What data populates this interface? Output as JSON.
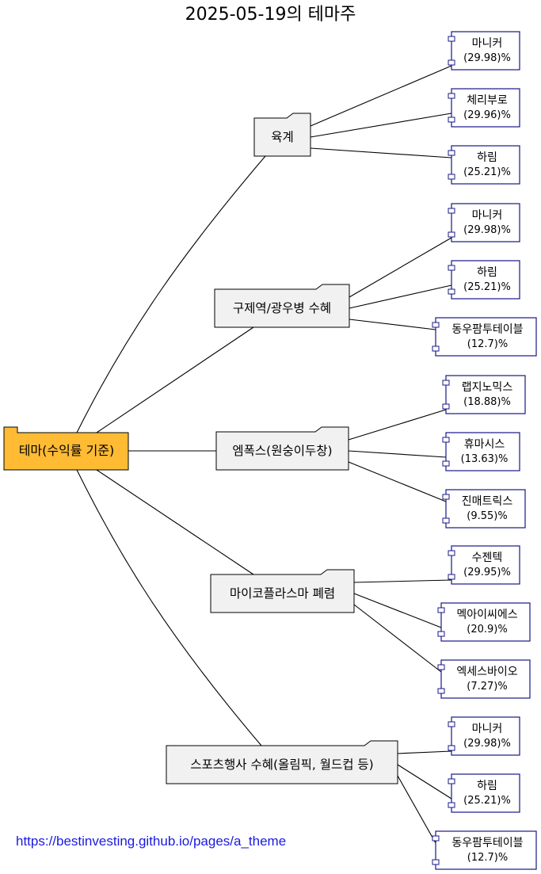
{
  "title": "2025-05-19의 테마주",
  "root": {
    "label": "테마(수익률 기준)",
    "color": "#ffbb33"
  },
  "themes": [
    {
      "label": "육계",
      "stocks": [
        {
          "name": "마니커",
          "ret": "(29.98)%"
        },
        {
          "name": "체리부로",
          "ret": "(29.96)%"
        },
        {
          "name": "하림",
          "ret": "(25.21)%"
        }
      ]
    },
    {
      "label": "구제역/광우병 수혜",
      "stocks": [
        {
          "name": "마니커",
          "ret": "(29.98)%"
        },
        {
          "name": "하림",
          "ret": "(25.21)%"
        },
        {
          "name": "동우팜투테이블",
          "ret": "(12.7)%"
        }
      ]
    },
    {
      "label": "엠폭스(원숭이두창)",
      "stocks": [
        {
          "name": "랩지노믹스",
          "ret": "(18.88)%"
        },
        {
          "name": "휴마시스",
          "ret": "(13.63)%"
        },
        {
          "name": "진매트릭스",
          "ret": "(9.55)%"
        }
      ]
    },
    {
      "label": "마이코플라스마 폐렴",
      "stocks": [
        {
          "name": "수젠텍",
          "ret": "(29.95)%"
        },
        {
          "name": "멕아이씨에스",
          "ret": "(20.9)%"
        },
        {
          "name": "엑세스바이오",
          "ret": "(7.27)%"
        }
      ]
    },
    {
      "label": "스포츠행사 수혜(올림픽, 월드컵 등)",
      "stocks": [
        {
          "name": "마니커",
          "ret": "(29.98)%"
        },
        {
          "name": "하림",
          "ret": "(25.21)%"
        },
        {
          "name": "동우팜투테이블",
          "ret": "(12.7)%"
        }
      ]
    }
  ],
  "footer_link": "https://bestinvesting.github.io/pages/a_theme",
  "colors": {
    "theme_fill": "#f1f1f1",
    "stock_border": "#181888",
    "link": "#1a1adf"
  }
}
